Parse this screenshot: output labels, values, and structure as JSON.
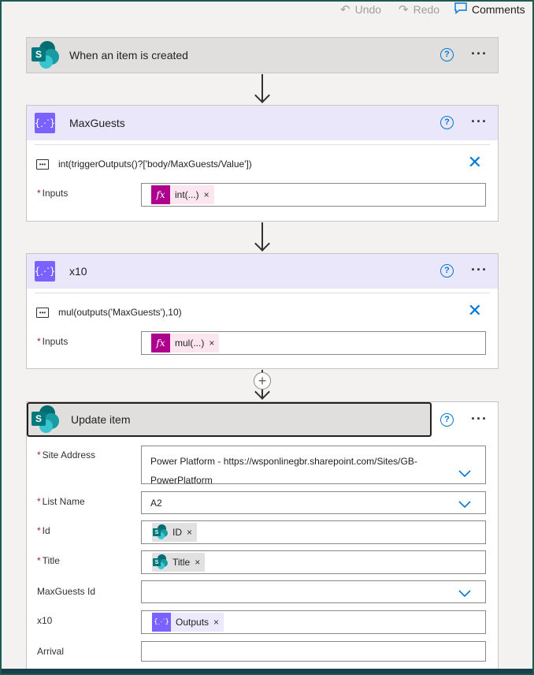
{
  "toolbar": {
    "undo_label": "Undo",
    "redo_label": "Redo",
    "comments_label": "Comments",
    "icons": {
      "undo": "undo-icon",
      "redo": "redo-icon",
      "comments": "comment-icon"
    }
  },
  "trigger": {
    "title": "When an item is created",
    "icon": "sharepoint-icon",
    "help": "?",
    "more": "···"
  },
  "actions": [
    {
      "title": "MaxGuests",
      "icon": "variable-icon",
      "icon_text": "{⋰}",
      "help": "?",
      "more": "···",
      "formula": "int(triggerOutputs()?['body/MaxGuests/Value'])",
      "inputs_label": "Inputs",
      "required_mark": "*",
      "token": {
        "icon_text": "fx",
        "label": "int(...)",
        "remove": "×"
      }
    },
    {
      "title": "x10",
      "icon": "variable-icon",
      "icon_text": "{⋰}",
      "help": "?",
      "more": "···",
      "formula": "mul(outputs('MaxGuests'),10)",
      "inputs_label": "Inputs",
      "required_mark": "*",
      "token": {
        "icon_text": "fx",
        "label": "mul(...)",
        "remove": "×"
      }
    }
  ],
  "update": {
    "title": "Update item",
    "icon": "sharepoint-icon",
    "help": "?",
    "more": "···",
    "fields": {
      "site_address": {
        "label": "Site Address",
        "required": "*",
        "value_line1": "Power Platform - https://wsponlinegbr.sharepoint.com/Sites/GB-",
        "value_line2": "PowerPlatform"
      },
      "list_name": {
        "label": "List Name",
        "required": "*",
        "value": "A2"
      },
      "id": {
        "label": "Id",
        "required": "*",
        "token": "ID",
        "remove": "×"
      },
      "title": {
        "label": "Title",
        "required": "*",
        "token": "Title",
        "remove": "×"
      },
      "maxguests_id": {
        "label": "MaxGuests Id",
        "value": ""
      },
      "x10": {
        "label": "x10",
        "token": "Outputs",
        "token_icon": "{⋰}",
        "remove": "×"
      },
      "arrival": {
        "label": "Arrival",
        "value": ""
      }
    }
  },
  "add_step": "+",
  "colors": {
    "accent": "#0078d4",
    "sharepoint": "#03787c",
    "variable": "#7b61ff",
    "expression": "#ad008c",
    "required": "#a4262c"
  }
}
